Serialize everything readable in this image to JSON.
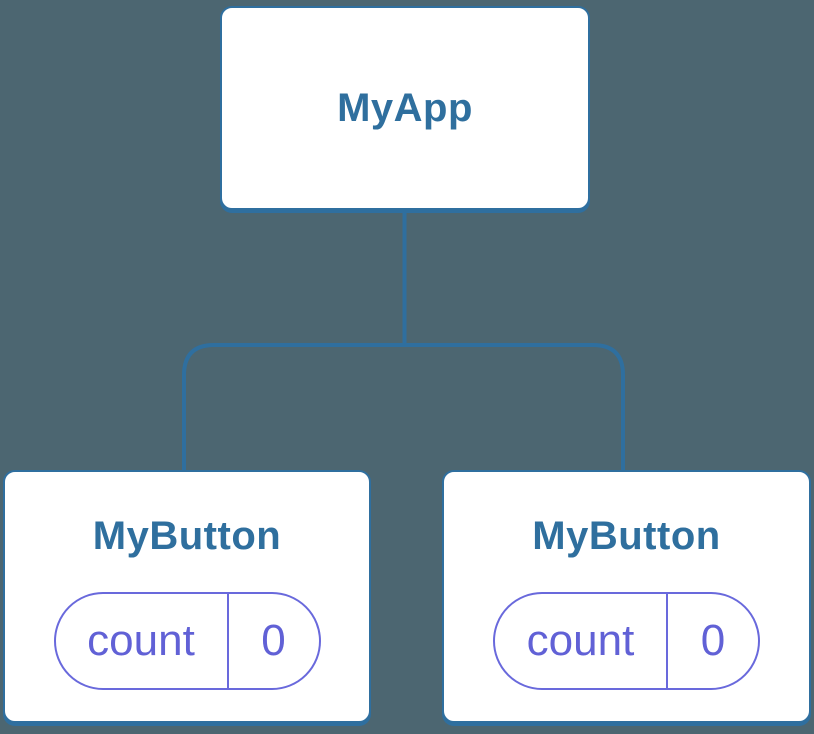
{
  "colors": {
    "background": "#4c6671",
    "node_fill": "#ffffff",
    "node_border": "#2f6f9f",
    "node_title": "#2f6f9e",
    "connector": "#2f6f9f",
    "pill_border": "#6969dc",
    "pill_text": "#6161d6"
  },
  "tree": {
    "root": {
      "label": "MyApp"
    },
    "children": [
      {
        "label": "MyButton",
        "state": {
          "key": "count",
          "value": "0"
        }
      },
      {
        "label": "MyButton",
        "state": {
          "key": "count",
          "value": "0"
        }
      }
    ]
  }
}
